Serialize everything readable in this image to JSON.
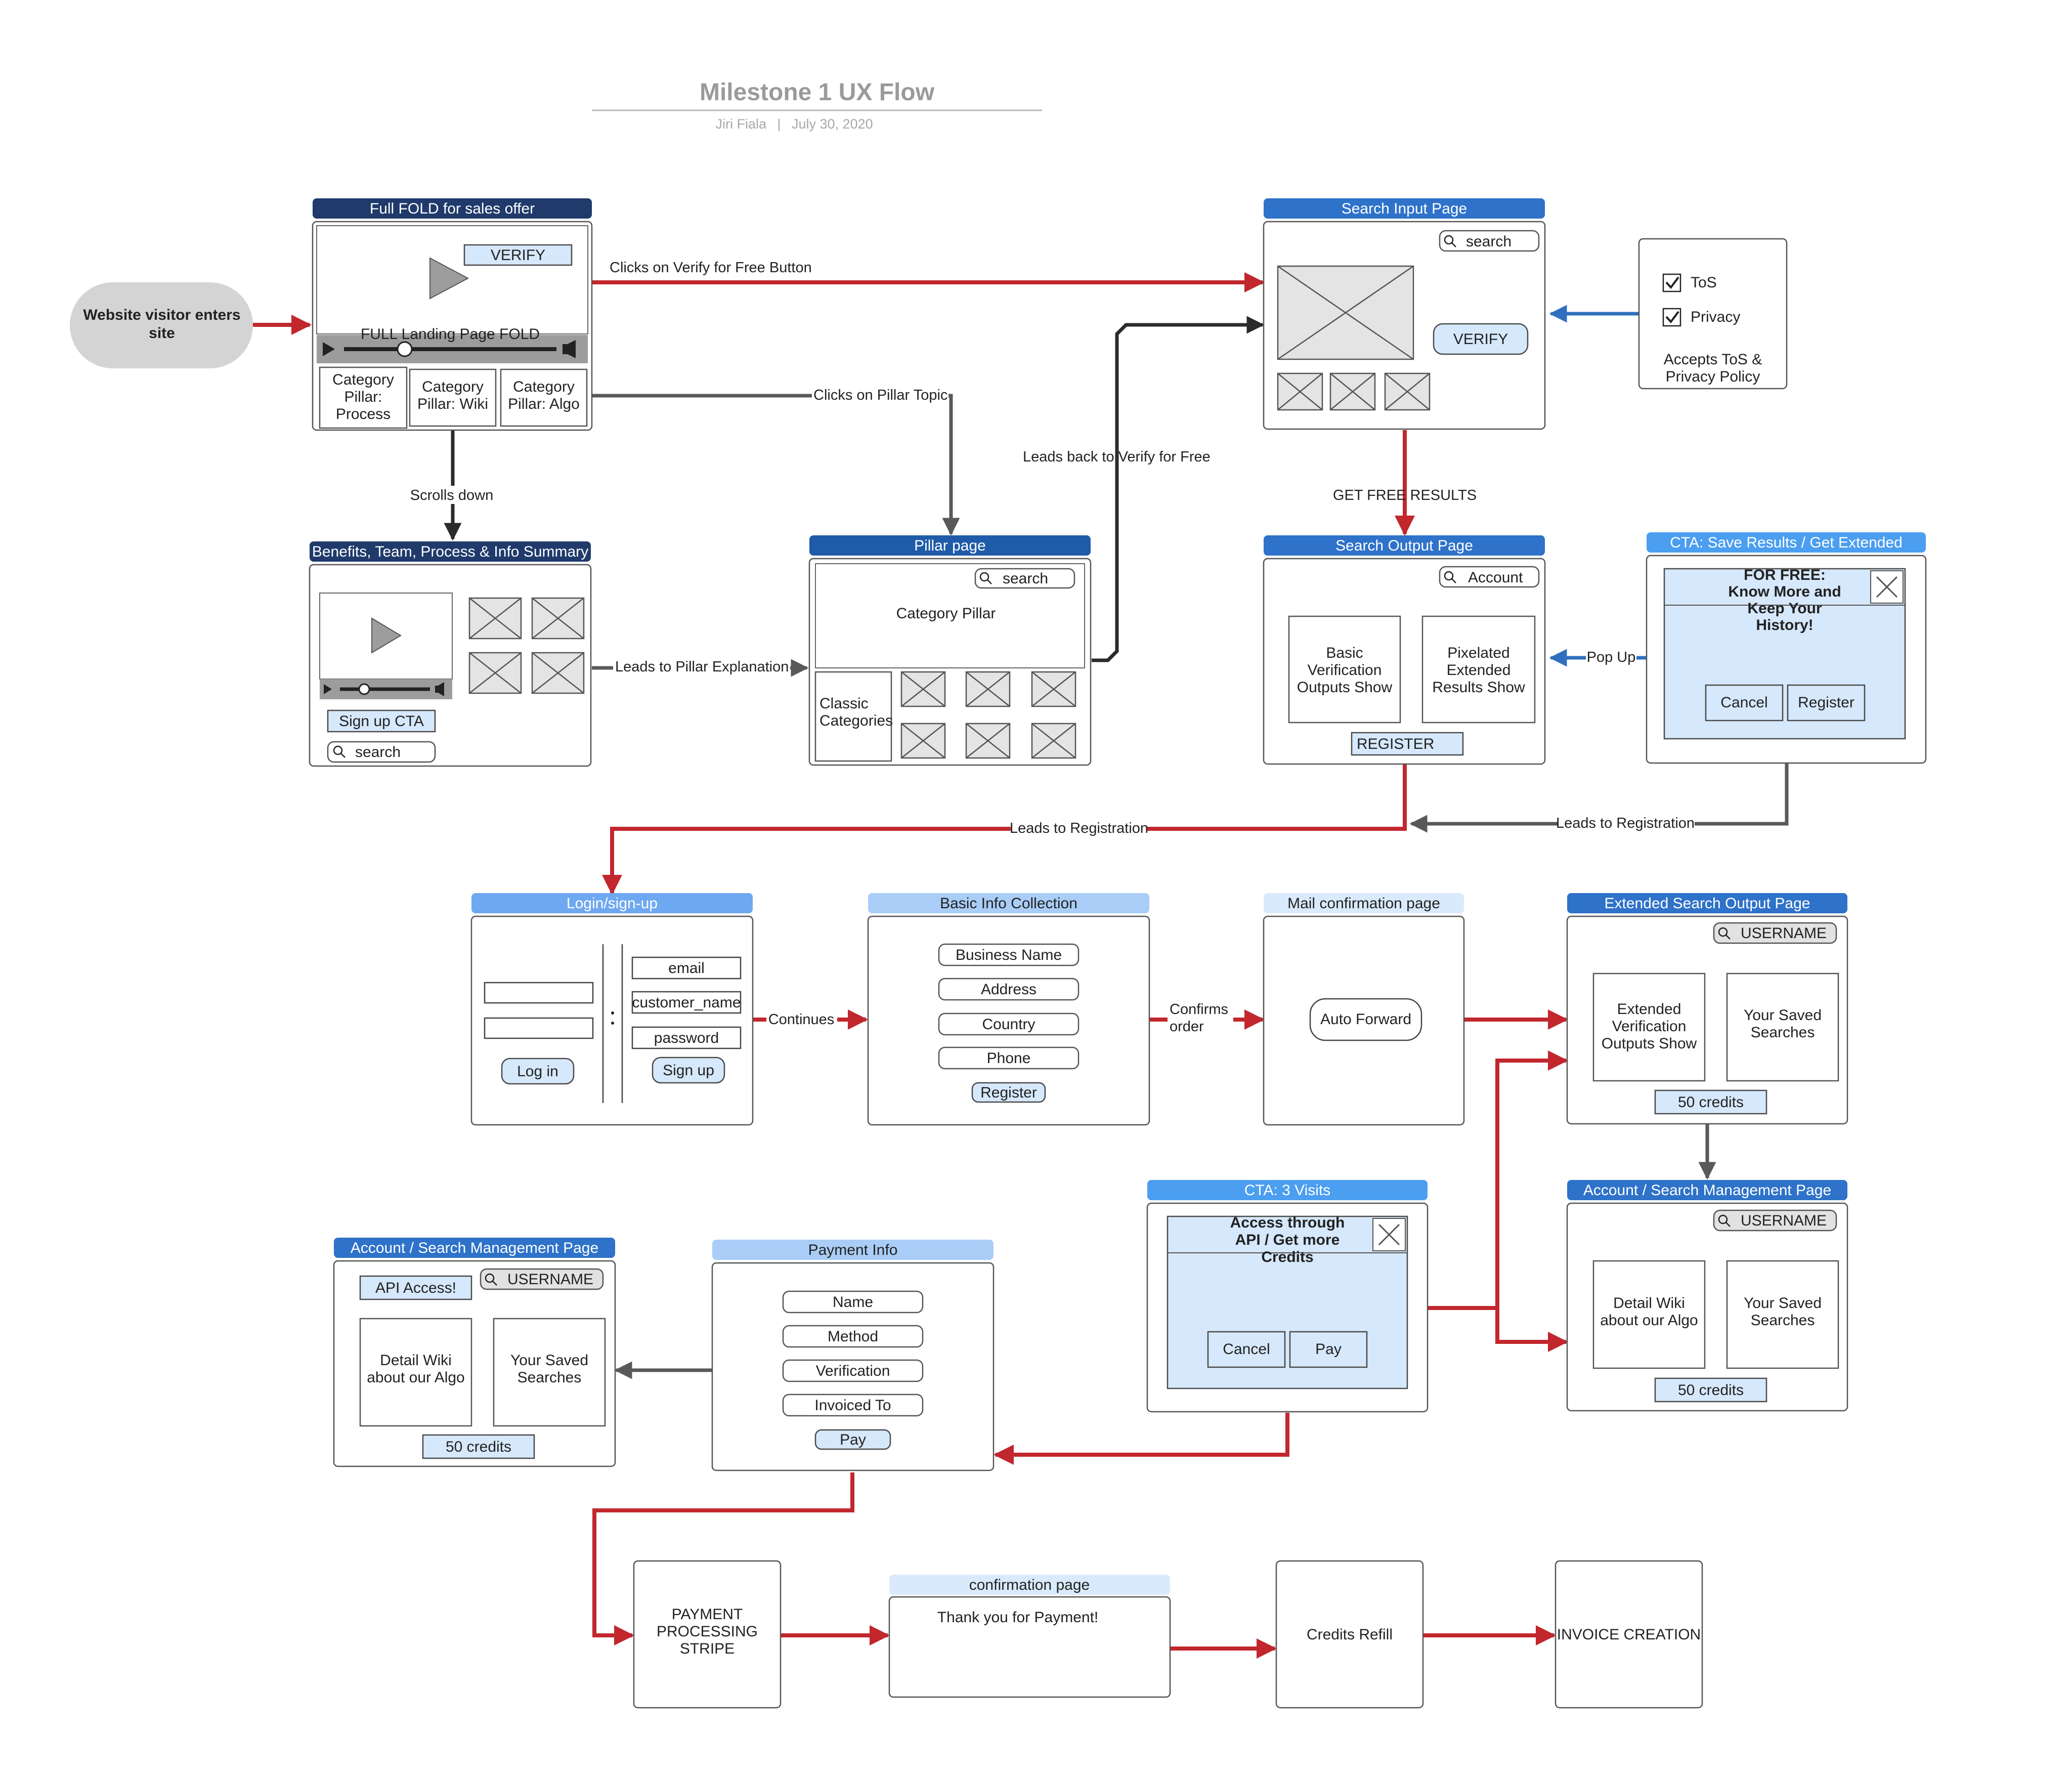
{
  "title": "Milestone 1 UX Flow",
  "author": "Jiri Fiala",
  "date": "July 30, 2020",
  "colors": {
    "flow_red": "#c1272d",
    "dark_navy": "#1f3a6b",
    "mid_blue": "#2e72c9",
    "light_blue": "#7fb6f5",
    "pale_blue": "#cfe3fa",
    "box_fill": "#d6e8fb"
  },
  "start": {
    "label": "Website visitor enters site"
  },
  "full_fold": {
    "header": "Full FOLD for sales offer",
    "verify": "VERIFY",
    "landing": "FULL Landing Page FOLD",
    "cat_process": "Category Pillar: Process",
    "cat_wiki": "Category Pillar: Wiki",
    "cat_algo": "Category Pillar: Algo"
  },
  "benefits": {
    "header": "Benefits, Team, Process & Info Summary",
    "signup_cta": "Sign up CTA",
    "search": "search"
  },
  "pillar": {
    "header": "Pillar page",
    "search": "search",
    "category_pillar": "Category Pillar",
    "classic": "Classic Categories"
  },
  "search_input": {
    "header": "Search Input Page",
    "search": "search",
    "verify": "VERIFY"
  },
  "tos": {
    "tos": "ToS",
    "privacy": "Privacy",
    "accepts": "Accepts ToS & Privacy Policy"
  },
  "search_output": {
    "header": "Search Output Page",
    "account": "Account",
    "basic": "Basic Verification Outputs Show",
    "pixelated": "Pixelated Extended Results Show",
    "register": "REGISTER"
  },
  "cta_save": {
    "header": "CTA: Save Results / Get Extended",
    "message": "FOR FREE: Know More and Keep Your History!",
    "cancel": "Cancel",
    "register": "Register"
  },
  "login": {
    "header": "Login/sign-up",
    "email": "email",
    "customer_name": "customer_name",
    "password": "password",
    "login": "Log in",
    "signup": "Sign up"
  },
  "basic_info": {
    "header": "Basic Info Collection",
    "business": "Business Name",
    "address": "Address",
    "country": "Country",
    "phone": "Phone",
    "register": "Register"
  },
  "mail_conf": {
    "header": "Mail confirmation page",
    "auto_forward": "Auto Forward"
  },
  "ext_output": {
    "header": "Extended Search Output Page",
    "username": "USERNAME",
    "extended": "Extended Verification Outputs Show",
    "saved": "Your Saved Searches",
    "credits": "50 credits"
  },
  "acct_right": {
    "header": "Account / Search Management Page",
    "username": "USERNAME",
    "wiki": "Detail Wiki about our Algo",
    "saved": "Your Saved Searches",
    "credits": "50 credits"
  },
  "cta_visits": {
    "header": "CTA: 3 Visits",
    "message": "Access through API / Get more Credits",
    "cancel": "Cancel",
    "pay": "Pay"
  },
  "payment": {
    "header": "Payment Info",
    "name": "Name",
    "method": "Method",
    "verification": "Verification",
    "invoiced": "Invoiced To",
    "pay": "Pay"
  },
  "acct_left": {
    "header": "Account / Search Management Page",
    "api": "API Access!",
    "username": "USERNAME",
    "wiki": "Detail Wiki about our Algo",
    "saved": "Your Saved Searches",
    "credits": "50 credits"
  },
  "stripe": {
    "label": "PAYMENT PROCESSING STRIPE"
  },
  "confirmation": {
    "header": "confirmation page",
    "text": "Thank you for Payment!"
  },
  "credits_refill": {
    "label": "Credits Refill"
  },
  "invoice": {
    "label": "INVOICE CREATION"
  },
  "edges": {
    "clicks_verify": "Clicks on Verify for Free Button",
    "clicks_pillar": "Clicks on Pillar Topic",
    "scrolls_down": "Scrolls down",
    "leads_pillar_expl": "Leads to Pillar Explanation",
    "leads_back_verify": "Leads back to Verify for Free",
    "get_free_results": "GET FREE RESULTS",
    "pop_up": "Pop Up",
    "leads_reg_1": "Leads to Registration",
    "leads_reg_2": "Leads to Registration",
    "continues": "Continues",
    "confirms_order": "Confirms order"
  }
}
